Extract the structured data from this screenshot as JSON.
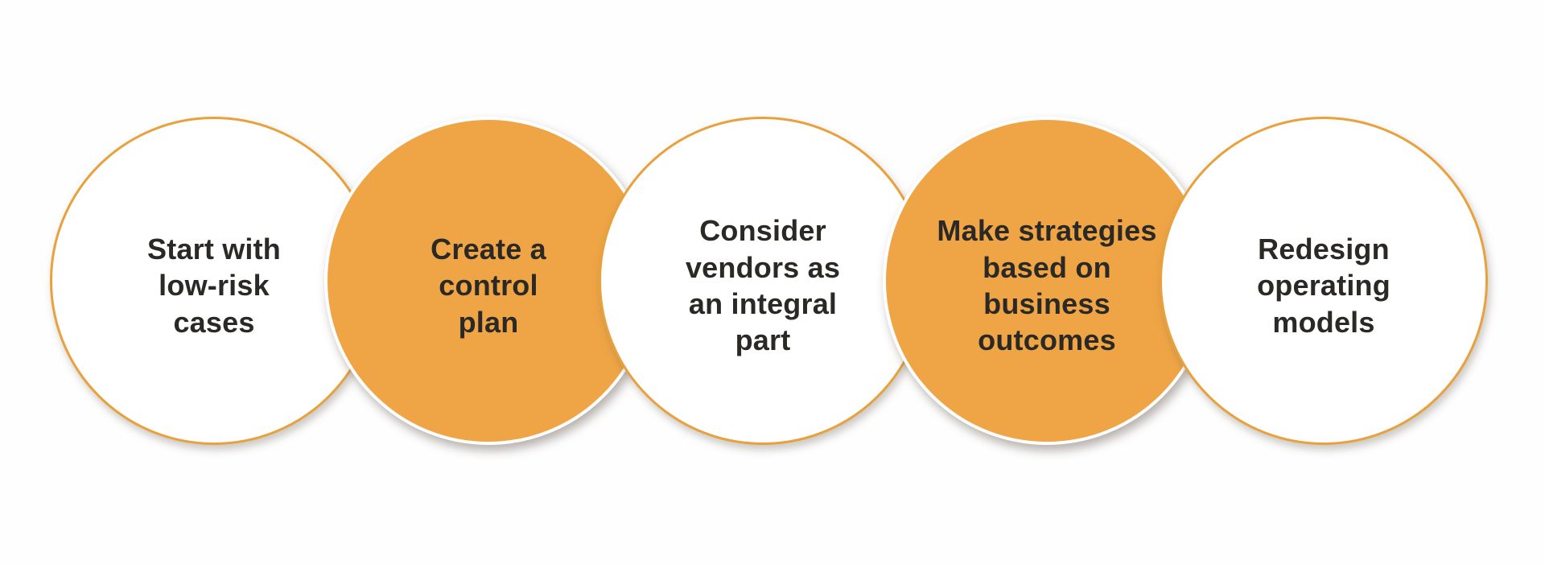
{
  "diagram": {
    "title": "vendor-strategy-steps",
    "colors": {
      "background": "#FEFEFE",
      "orange_fill": "#EFA545",
      "orange_border": "#E8A13C",
      "white_stroke": "#FFFFFF",
      "text": "#2B2926"
    },
    "steps": [
      {
        "label": "Start with\nlow-risk\ncases",
        "style": "outline"
      },
      {
        "label": "Create a\ncontrol\nplan",
        "style": "filled"
      },
      {
        "label": "Consider\nvendors as\nan integral\npart",
        "style": "outline"
      },
      {
        "label": "Make strategies\nbased on\nbusiness\noutcomes",
        "style": "filled"
      },
      {
        "label": "Redesign\noperating\nmodels",
        "style": "outline"
      }
    ]
  }
}
